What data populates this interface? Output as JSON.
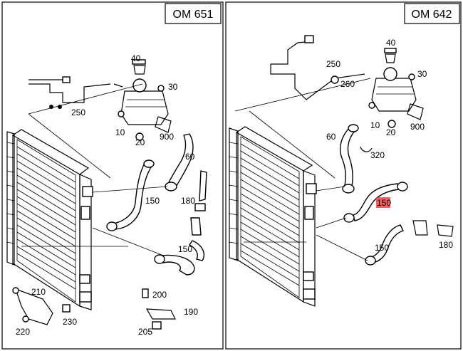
{
  "panels": [
    {
      "title": "OM 651",
      "labels": {
        "p40": "40",
        "p30": "30",
        "p250": "250",
        "p10": "10",
        "p20": "20",
        "p900": "900",
        "p60": "60",
        "p150a": "150",
        "p180": "180",
        "p150b": "150",
        "p210": "210",
        "p230": "230",
        "p220": "220",
        "p200": "200",
        "p190": "190",
        "p205": "205"
      }
    },
    {
      "title": "OM 642",
      "labels": {
        "p40": "40",
        "p250": "250",
        "p260": "260",
        "p30": "30",
        "p10": "10",
        "p20": "20",
        "p900": "900",
        "p60": "60",
        "p320": "320",
        "p150a": "150",
        "p150b": "150",
        "p180": "180"
      },
      "highlight_color": "#ef4444"
    }
  ]
}
